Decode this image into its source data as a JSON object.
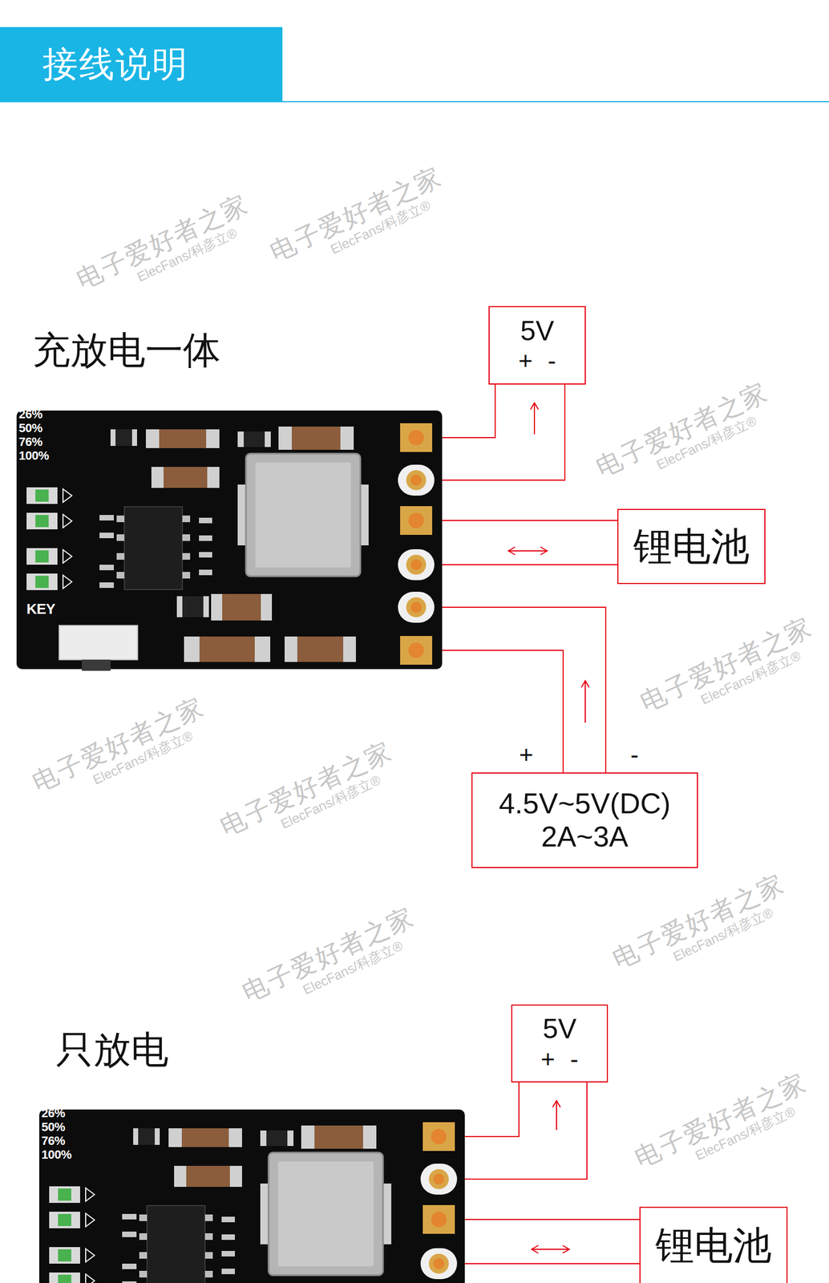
{
  "diagram": {
    "title": "接线说明",
    "nodes": [
      {
        "text": [
          "26%",
          "50%",
          "76%",
          "100%",
          "KEY"
        ]
      },
      {
        "text": [
          "5V",
          "+ -"
        ]
      },
      {
        "text": [
          "锂电池"
        ]
      },
      {
        "text": [
          "4.5V~5V(DC)",
          "2A~3A"
        ]
      },
      {
        "text": [
          "26%",
          "50%",
          "76%",
          "100%"
        ]
      },
      {
        "text": [
          "5V",
          "+ -"
        ]
      },
      {
        "text": [
          "锂电池"
        ]
      }
    ],
    "edges": [
      {
        "from": 0,
        "to": 1,
        "arrow": "none"
      },
      {
        "from": 0,
        "to": 1,
        "arrow": "none"
      },
      {
        "from": 0,
        "to": 2,
        "arrow": "none"
      },
      {
        "from": 0,
        "to": 2,
        "arrow": "none"
      },
      {
        "from": 0,
        "to": 3,
        "arrow": "none"
      },
      {
        "from": 0,
        "to": 3,
        "arrow": "none"
      },
      {
        "from": 4,
        "to": 5,
        "arrow": "none"
      },
      {
        "from": 4,
        "to": 5,
        "arrow": "none"
      },
      {
        "from": 4,
        "to": 6,
        "arrow": "none"
      },
      {
        "from": 4,
        "to": 6,
        "arrow": "none"
      }
    ],
    "labels": [
      "充放电一体",
      "电子爱好者之家",
      "ElecFans/科彦立®",
      "电子爱好者之家",
      "ElecFans/科彦立®",
      "电子爱好者之家",
      "ElecFans/科彦立®",
      "电子爱好者之家",
      "ElecFans/科彦立®",
      "电子爱好者之家",
      "ElecFans/科彦立®",
      "电子爱好者之家",
      "ElecFans/科彦立®",
      "电子爱好者之家",
      "ElecFans/科彦立®",
      "电子爱好者之家",
      "ElecFans/科彦立®",
      "电子爱好者之家",
      "ElecFans/科彦立®",
      "+",
      "-",
      "只放电"
    ]
  }
}
